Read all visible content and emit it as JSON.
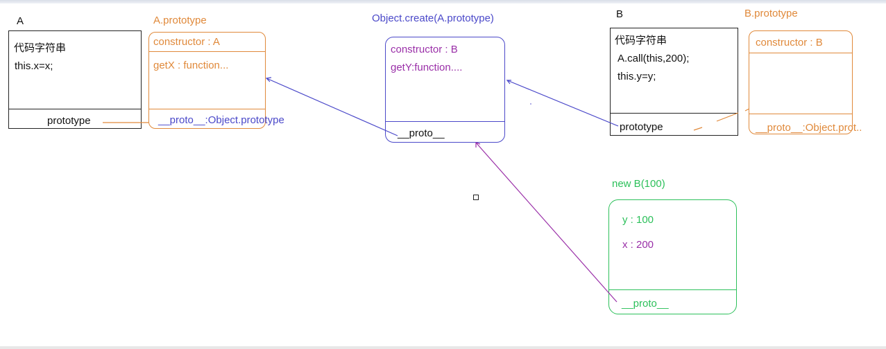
{
  "boxA": {
    "title": "A",
    "code_label": "代码字符串",
    "code_line": "this.x=x;",
    "prototype_label": "prototype"
  },
  "aPrototype": {
    "title": "A.prototype",
    "constructor": "constructor : A",
    "getX": "getX : function...",
    "proto": "__proto__:Object.prototype"
  },
  "objectCreate": {
    "title": "Object.create(A.prototype)",
    "constructor": "constructor : B",
    "getY": "getY:function....",
    "proto": "__proto__"
  },
  "boxB": {
    "title": "B",
    "code_label": "代码字符串",
    "line1": "A.call(this,200);",
    "line2": "this.y=y;",
    "prototype_label": "prototype"
  },
  "bPrototype": {
    "title": "B.prototype",
    "constructor": "constructor : B",
    "proto": "__proto__:Object.prot.."
  },
  "newB": {
    "title": "new B(100)",
    "y": "y : 100",
    "x": "x : 200",
    "proto": "__proto__"
  },
  "colors": {
    "orange": "#e0893a",
    "blue": "#4a48c9",
    "purple": "#9a2fa8",
    "green": "#2cc05a",
    "dark": "#111111"
  }
}
